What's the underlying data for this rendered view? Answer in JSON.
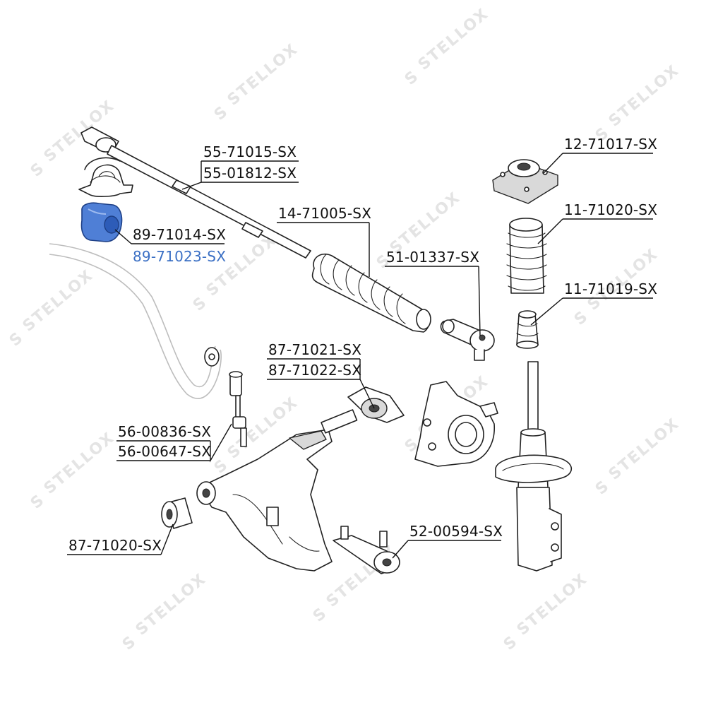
{
  "diagram": {
    "watermark_text": "STELLOX",
    "accent_color": "#3a6fc4",
    "labels": [
      {
        "id": "p1",
        "text": "55-71015-SX"
      },
      {
        "id": "p2",
        "text": "55-01812-SX"
      },
      {
        "id": "p3",
        "text": "89-71014-SX"
      },
      {
        "id": "p4",
        "text": "89-71023-SX",
        "highlight": true
      },
      {
        "id": "p5",
        "text": "14-71005-SX"
      },
      {
        "id": "p6",
        "text": "51-01337-SX"
      },
      {
        "id": "p7",
        "text": "12-71017-SX"
      },
      {
        "id": "p8",
        "text": "11-71020-SX"
      },
      {
        "id": "p9",
        "text": "11-71019-SX"
      },
      {
        "id": "p10",
        "text": "87-71021-SX"
      },
      {
        "id": "p11",
        "text": "87-71022-SX"
      },
      {
        "id": "p12",
        "text": "56-00836-SX"
      },
      {
        "id": "p13",
        "text": "56-00647-SX"
      },
      {
        "id": "p14",
        "text": "87-71020-SX"
      },
      {
        "id": "p15",
        "text": "52-00594-SX"
      }
    ]
  }
}
